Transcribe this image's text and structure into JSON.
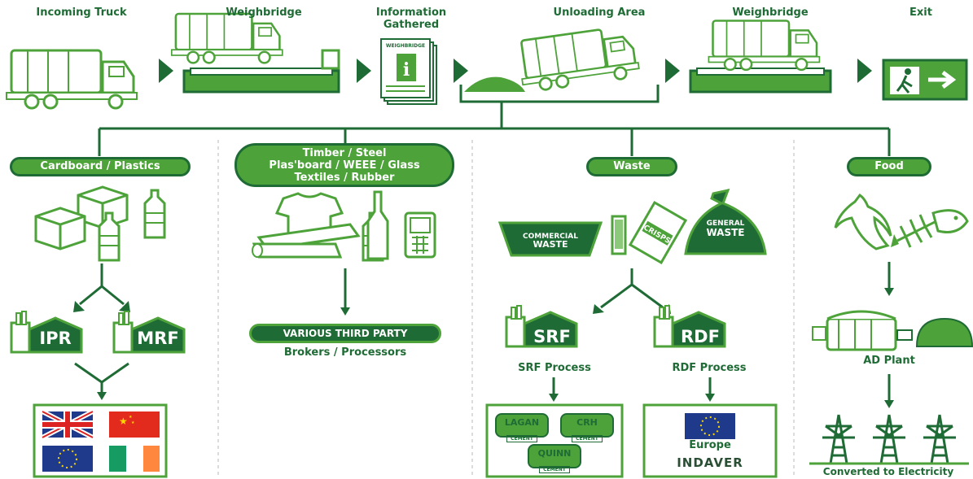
{
  "top_flow": {
    "incoming_truck": "Incoming Truck",
    "weighbridge_1": "Weighbridge",
    "info_line1": "Information",
    "info_line2": "Gathered",
    "doc_label": "WEIGHBRIDGE",
    "unloading_area": "Unloading Area",
    "weighbridge_2": "Weighbridge",
    "exit": "Exit"
  },
  "categories": {
    "cardboard": "Cardboard / Plastics",
    "timber_line1": "Timber / Steel",
    "timber_line2": "Plas'board / WEEE / Glass",
    "timber_line3": "Textiles / Rubber",
    "waste": "Waste",
    "food": "Food"
  },
  "cardboard_col": {
    "ipr": "IPR",
    "mrf": "MRF"
  },
  "timber_col": {
    "third_party": "VARIOUS THIRD PARTY",
    "brokers": "Brokers / Processors"
  },
  "waste_col": {
    "commercial_line1": "COMMERCIAL",
    "commercial_line2": "WASTE",
    "crisps": "CRISPS",
    "general_line1": "GENERAL",
    "general_line2": "WASTE",
    "srf": "SRF",
    "rdf": "RDF",
    "srf_process": "SRF Process",
    "rdf_process": "RDF Process",
    "lagan": "LAGAN",
    "crh": "CRH",
    "quinn": "QUINN",
    "cement": "CEMENT",
    "europe": "Europe",
    "indaver": "INDAVER"
  },
  "food_col": {
    "ad_plant": "AD Plant",
    "converted": "Converted to Electricity"
  },
  "colors": {
    "dark_green": "#1f6b35",
    "light_green": "#4da33a",
    "pale_green": "#8cc97a"
  },
  "icons": [
    "truck-icon",
    "weighbridge-icon",
    "document-icon",
    "dump-truck-icon",
    "exit-sign-icon",
    "box-icon",
    "bottle-icon",
    "tshirt-icon",
    "timber-icon",
    "phone-icon",
    "skip-icon",
    "crisps-icon",
    "bin-bag-icon",
    "factory-icon",
    "uk-flag-icon",
    "china-flag-icon",
    "eu-flag-icon",
    "ireland-flag-icon",
    "banana-icon",
    "fishbone-icon",
    "ad-plant-icon",
    "pylon-icon"
  ]
}
